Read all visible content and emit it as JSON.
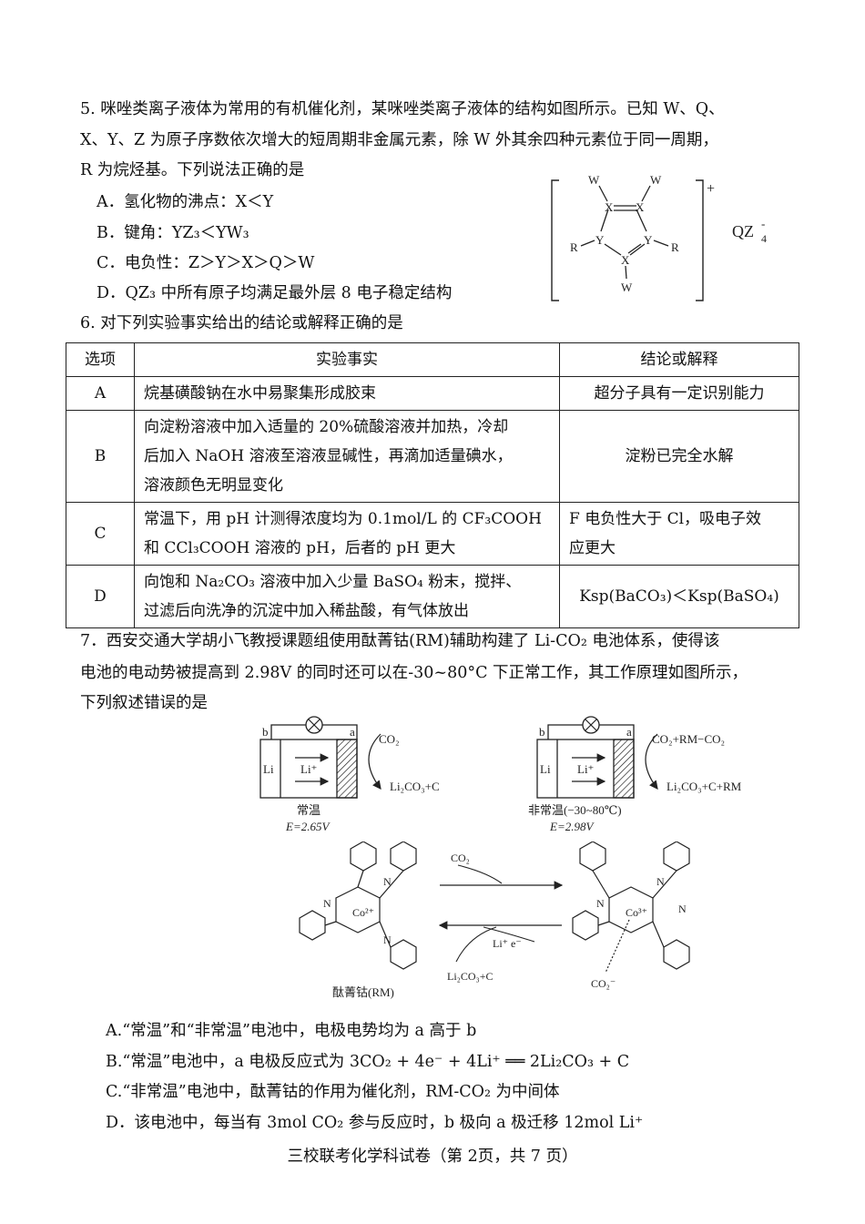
{
  "q5": {
    "line1": "5. 咪唑类离子液体为常用的有机催化剂，某咪唑类离子液体的结构如图所示。已知 W、Q、",
    "line2": "X、Y、Z 为原子序数依次增大的短周期非金属元素，除 W 外其余四种元素位于同一周期，",
    "line3": "R 为烷烃基。下列说法正确的是",
    "options": [
      "A．氢化物的沸点：X＜Y",
      "B．键角：YZ₃＜YW₃",
      "C．电负性：Z＞Y＞X＞Q＞W",
      "D．QZ₃ 中所有原子均满足最外层 8 电子稳定结构"
    ],
    "structure": {
      "W": "W",
      "X": "X",
      "Y": "Y",
      "R": "R",
      "charge": "+",
      "anion": "QZ",
      "anion_sub": "4",
      "anion_sup": "-"
    }
  },
  "q6": {
    "stem": "6. 对下列实验事实给出的结论或解释正确的是",
    "headers": [
      "选项",
      "实验事实",
      "结论或解释"
    ],
    "rows": [
      {
        "opt": "A",
        "fact": [
          "烷基磺酸钠在水中易聚集形成胶束"
        ],
        "concl": [
          "超分子具有一定识别能力"
        ]
      },
      {
        "opt": "B",
        "fact": [
          "向淀粉溶液中加入适量的 20%硫酸溶液并加热，冷却",
          "后加入 NaOH 溶液至溶液显碱性，再滴加适量碘水，",
          "溶液颜色无明显变化"
        ],
        "concl": [
          "淀粉已完全水解"
        ]
      },
      {
        "opt": "C",
        "fact": [
          "常温下，用 pH 计测得浓度均为 0.1mol/L 的 CF₃COOH",
          "和 CCl₃COOH 溶液的 pH，后者的 pH 更大"
        ],
        "concl": [
          "F 电负性大于 Cl，吸电子效",
          "应更大"
        ]
      },
      {
        "opt": "D",
        "fact": [
          "向饱和 Na₂CO₃ 溶液中加入少量 BaSO₄ 粉末，搅拌、",
          "过滤后向洗净的沉淀中加入稀盐酸，有气体放出"
        ],
        "concl": [
          "Ksp(BaCO₃)＜Ksp(BaSO₄)"
        ]
      }
    ]
  },
  "q7": {
    "line1": "7．西安交通大学胡小飞教授课题组使用酞菁钴(RM)辅助构建了 Li-CO₂ 电池体系，使得该",
    "line2": "电池的电动势被提高到 2.98V 的同时还可以在-30~80°C 下正常工作，其工作原理如图所示，",
    "line3": "下列叙述错误的是",
    "cell1": {
      "b": "b",
      "a": "a",
      "Li": "Li",
      "Liion": "Li⁺",
      "in": "CO₂",
      "out": "Li₂CO₃+C",
      "label": "常温",
      "emf": "E=2.65V"
    },
    "cell2": {
      "b": "b",
      "a": "a",
      "Li": "Li",
      "Liion": "Li⁺",
      "in": "CO₂+RM−CO₂",
      "out": "Li₂CO₃+C+RM",
      "label": "非常温(−30~80℃)",
      "emf": "E=2.98V"
    },
    "rm": {
      "name": "酞菁钴(RM)",
      "co2": "Co²⁺",
      "co3": "Co³⁺",
      "n": "N",
      "top_reagent": "CO₂",
      "bottom_reagent": "Li⁺  e⁻",
      "bottom_product": "Li₂CO₃+C",
      "ligand": "CO₂⁻"
    },
    "options": [
      "A.“常温”和“非常温”电池中，电极电势均为 a 高于 b",
      "B.“常温”电池中，a 电极反应式为 3CO₂ + 4e⁻ + 4Li⁺ ══ 2Li₂CO₃ + C",
      "C.“非常温”电池中，酞菁钴的作用为催化剂，RM-CO₂ 为中间体",
      "D．该电池中，每当有 3mol CO₂ 参与反应时，b 极向 a 极迁移 12mol Li⁺"
    ]
  },
  "footer": "三校联考化学科试卷（第 2页，共 7 页）"
}
